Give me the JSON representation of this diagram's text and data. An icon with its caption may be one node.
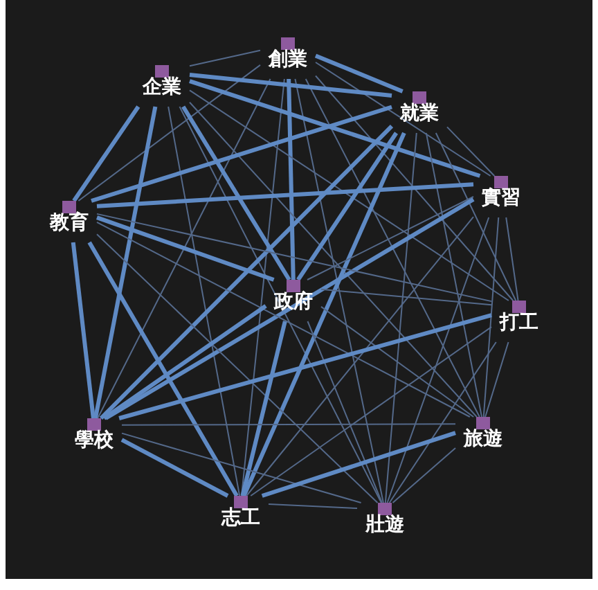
{
  "diagram": {
    "nodes": [
      {
        "text": [
          "創業"
        ]
      },
      {
        "text": [
          "企業"
        ]
      },
      {
        "text": [
          "就業"
        ]
      },
      {
        "text": [
          "實習"
        ]
      },
      {
        "text": [
          "教育"
        ]
      },
      {
        "text": [
          "政府"
        ]
      },
      {
        "text": [
          "打工"
        ]
      },
      {
        "text": [
          "學校"
        ]
      },
      {
        "text": [
          "旅遊"
        ]
      },
      {
        "text": [
          "志工"
        ]
      },
      {
        "text": [
          "壯遊"
        ]
      }
    ],
    "edges": [
      {
        "from": 0,
        "to": 1,
        "arrow": "none"
      },
      {
        "from": 0,
        "to": 2,
        "arrow": "none",
        "style": "thick"
      },
      {
        "from": 0,
        "to": 3,
        "arrow": "none"
      },
      {
        "from": 0,
        "to": 4,
        "arrow": "none"
      },
      {
        "from": 0,
        "to": 5,
        "arrow": "none",
        "style": "thick"
      },
      {
        "from": 0,
        "to": 6,
        "arrow": "none"
      },
      {
        "from": 0,
        "to": 7,
        "arrow": "none"
      },
      {
        "from": 0,
        "to": 8,
        "arrow": "none"
      },
      {
        "from": 0,
        "to": 9,
        "arrow": "none"
      },
      {
        "from": 0,
        "to": 10,
        "arrow": "none"
      },
      {
        "from": 1,
        "to": 2,
        "arrow": "none",
        "style": "thick"
      },
      {
        "from": 1,
        "to": 3,
        "arrow": "none",
        "style": "thick"
      },
      {
        "from": 1,
        "to": 4,
        "arrow": "none",
        "style": "thick"
      },
      {
        "from": 1,
        "to": 5,
        "arrow": "none",
        "style": "thick"
      },
      {
        "from": 1,
        "to": 6,
        "arrow": "none"
      },
      {
        "from": 1,
        "to": 7,
        "arrow": "none",
        "style": "thick"
      },
      {
        "from": 1,
        "to": 8,
        "arrow": "none"
      },
      {
        "from": 1,
        "to": 9,
        "arrow": "none"
      },
      {
        "from": 1,
        "to": 10,
        "arrow": "none"
      },
      {
        "from": 2,
        "to": 3,
        "arrow": "none"
      },
      {
        "from": 2,
        "to": 4,
        "arrow": "none",
        "style": "thick"
      },
      {
        "from": 2,
        "to": 5,
        "arrow": "none",
        "style": "thick"
      },
      {
        "from": 2,
        "to": 6,
        "arrow": "none"
      },
      {
        "from": 2,
        "to": 7,
        "arrow": "none",
        "style": "thick"
      },
      {
        "from": 2,
        "to": 8,
        "arrow": "none"
      },
      {
        "from": 2,
        "to": 9,
        "arrow": "none",
        "style": "thick"
      },
      {
        "from": 2,
        "to": 10,
        "arrow": "none"
      },
      {
        "from": 3,
        "to": 4,
        "arrow": "none",
        "style": "thick"
      },
      {
        "from": 3,
        "to": 5,
        "arrow": "none"
      },
      {
        "from": 3,
        "to": 6,
        "arrow": "none"
      },
      {
        "from": 3,
        "to": 7,
        "arrow": "none",
        "style": "thick"
      },
      {
        "from": 3,
        "to": 8,
        "arrow": "none"
      },
      {
        "from": 3,
        "to": 9,
        "arrow": "none"
      },
      {
        "from": 3,
        "to": 10,
        "arrow": "none"
      },
      {
        "from": 4,
        "to": 5,
        "arrow": "none",
        "style": "thick"
      },
      {
        "from": 4,
        "to": 6,
        "arrow": "none"
      },
      {
        "from": 4,
        "to": 7,
        "arrow": "none",
        "style": "thick"
      },
      {
        "from": 4,
        "to": 8,
        "arrow": "none"
      },
      {
        "from": 4,
        "to": 9,
        "arrow": "none",
        "style": "thick"
      },
      {
        "from": 4,
        "to": 10,
        "arrow": "none"
      },
      {
        "from": 5,
        "to": 6,
        "arrow": "none"
      },
      {
        "from": 5,
        "to": 7,
        "arrow": "none",
        "style": "thick"
      },
      {
        "from": 5,
        "to": 8,
        "arrow": "none"
      },
      {
        "from": 5,
        "to": 9,
        "arrow": "none",
        "style": "thick"
      },
      {
        "from": 5,
        "to": 10,
        "arrow": "none"
      },
      {
        "from": 6,
        "to": 7,
        "arrow": "none",
        "style": "thick"
      },
      {
        "from": 6,
        "to": 8,
        "arrow": "none"
      },
      {
        "from": 6,
        "to": 9,
        "arrow": "none"
      },
      {
        "from": 6,
        "to": 10,
        "arrow": "none"
      },
      {
        "from": 7,
        "to": 8,
        "arrow": "none"
      },
      {
        "from": 7,
        "to": 9,
        "arrow": "none",
        "style": "thick"
      },
      {
        "from": 7,
        "to": 10,
        "arrow": "none"
      },
      {
        "from": 8,
        "to": 9,
        "arrow": "none",
        "style": "thick"
      },
      {
        "from": 8,
        "to": 10,
        "arrow": "none"
      },
      {
        "from": 9,
        "to": 10,
        "arrow": "none"
      }
    ]
  }
}
